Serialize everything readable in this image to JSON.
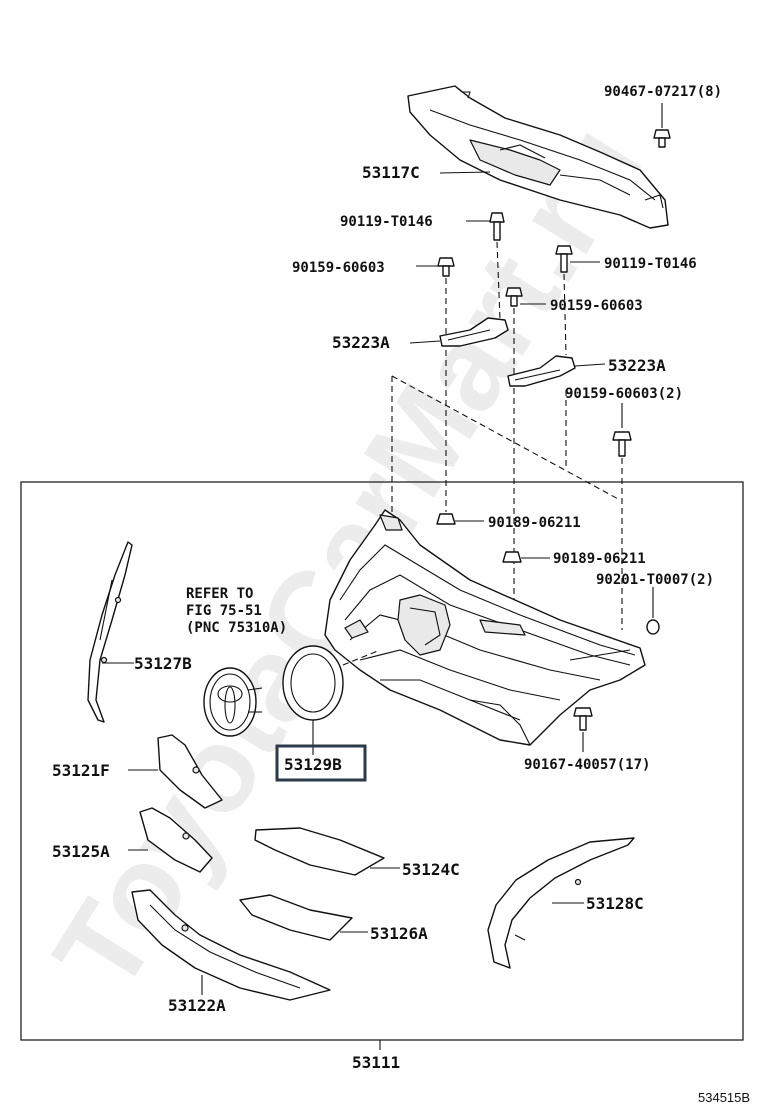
{
  "watermark": "ToyotaCarMart.ru",
  "diagram_id": "534515B",
  "refer_note": {
    "line1": "REFER TO",
    "line2": "FIG 75-51",
    "line3": "(PNC 75310A)"
  },
  "highlighted_part": "53129B",
  "labels": {
    "p90467": "90467-07217(8)",
    "p53117C": "53117C",
    "p90119_left": "90119-T0146",
    "p90159_left": "90159-60603",
    "p90119_right": "90119-T0146",
    "p90159_mid": "90159-60603",
    "p53223A_left": "53223A",
    "p53223A_right": "53223A",
    "p90159_right": "90159-60603(2)",
    "p90189_a": "90189-06211",
    "p90189_b": "90189-06211",
    "p90201": "90201-T0007(2)",
    "p53127B": "53127B",
    "p53129B": "53129B",
    "p90167": "90167-40057(17)",
    "p53121F": "53121F",
    "p53125A": "53125A",
    "p53124C": "53124C",
    "p53128C": "53128C",
    "p53126A": "53126A",
    "p53122A": "53122A",
    "p53111": "53111"
  }
}
